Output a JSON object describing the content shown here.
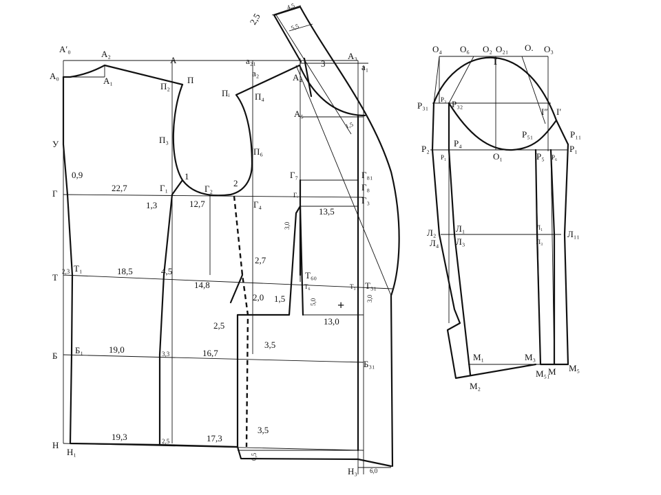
{
  "labels": {
    "A0p": "A′₀",
    "A2": "A₂",
    "A": "A",
    "a21": "a₂₁",
    "A3": "A₃",
    "A0": "A₀",
    "A1": "A₁",
    "P2": "П₂",
    "P": "П",
    "a2": "a₂",
    "a1": "a₁",
    "A4": "A₄",
    "Pi": "Пᵢ",
    "P4": "П₄",
    "P3": "П₃",
    "P6": "П₆",
    "A5": "A₅",
    "U": "У",
    "G": "Г",
    "G1": "Г₁",
    "G2": "Г₂",
    "G4": "Г₄",
    "G7": "Г₇",
    "G81": "Г₈₁",
    "G8": "Г₈",
    "G3": "Г₃",
    "Gi": "Гᵢ",
    "T": "Т",
    "T1": "Т₁",
    "T60": "Т₆₀",
    "T6": "Т₆",
    "T3": "Т₃",
    "T31": "Т₃₁",
    "B": "Б",
    "B1": "Б₁",
    "B31": "Б₃₁",
    "H": "Н",
    "H1": "Н₁",
    "H3": "Н₃",
    "pt1": "1",
    "pt2": "2",
    "pt3": "3",
    "O4": "O₄",
    "O6": "O₆",
    "O2": "O₂",
    "O21": "O₂₁",
    "O": "O.",
    "O3": "O₃",
    "O1": "O₁",
    "I_top": "I",
    "I2": "I″",
    "I1": "I′",
    "P31": "P₃₁",
    "Pa": "P₃",
    "P32": "P₃₂",
    "P11": "P₁₁",
    "P51": "P₅₁",
    "Rp2": "P₂",
    "P4s": "P₄",
    "Pb": "P₁",
    "P5": "P₅",
    "P6s": "P₆",
    "Rp1": "P₁",
    "L2": "Л₂",
    "L4": "Л₄",
    "L1": "Л₁",
    "L3": "Л₃",
    "Ld": "Л₁",
    "Le": "Л₃",
    "L11": "Л₁₁",
    "M1": "M₁",
    "M3": "M₃",
    "M2": "M₂",
    "M51": "M₅₁",
    "M": "M",
    "M5": "M₅"
  },
  "dimensions": {
    "d25": "2,5",
    "d45": "4,5",
    "d55": "5,5",
    "d15": "1,5",
    "d09": "0,9",
    "d227": "22,7",
    "d13": "1,3",
    "d127": "12,7",
    "d135": "13,5",
    "d30a": "3,0",
    "d23": "2,3",
    "d185": "18,5",
    "d45b": "4,5",
    "d27": "2,7",
    "d148": "14,8",
    "d20": "2,0",
    "d15b": "1,5",
    "d50": "5,0",
    "d30b": "3,0",
    "d25b": "2,5",
    "d130": "13,0",
    "d190": "19,0",
    "d33": "3,3",
    "d167": "16,7",
    "d35": "3,5",
    "d193": "19,3",
    "d25c": "2,5",
    "d173": "17,3",
    "d35b": "3,5",
    "d05": "0,5",
    "d60": "6,0"
  },
  "marks": {
    "plus": "+"
  },
  "colors": {
    "ink": "#111111",
    "paper": "#ffffff"
  }
}
